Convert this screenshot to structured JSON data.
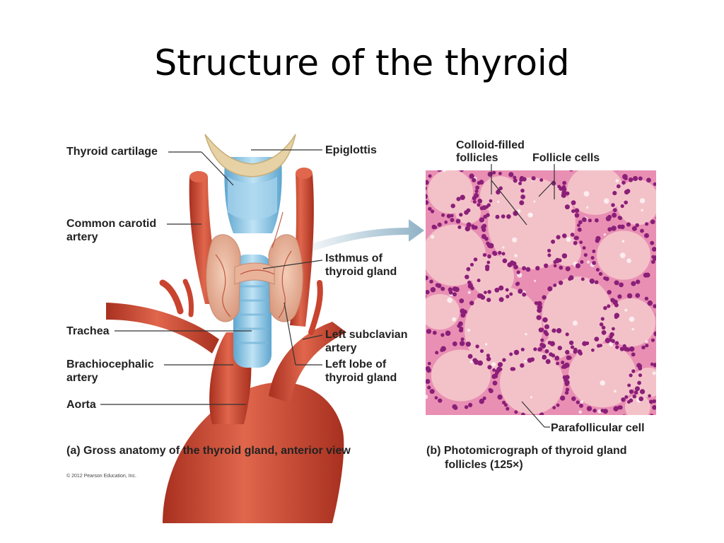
{
  "title": "Structure of the thyroid",
  "labels_left": {
    "thyroid_cartilage": "Thyroid cartilage",
    "common_carotid_1": "Common carotid",
    "common_carotid_2": "artery",
    "trachea": "Trachea",
    "brachiocephalic_1": "Brachiocephalic",
    "brachiocephalic_2": "artery",
    "aorta": "Aorta"
  },
  "labels_right": {
    "epiglottis": "Epiglottis",
    "isthmus_1": "Isthmus of",
    "isthmus_2": "thyroid gland",
    "left_subclavian_1": "Left subclavian",
    "left_subclavian_2": "artery",
    "left_lobe_1": "Left lobe of",
    "left_lobe_2": "thyroid gland"
  },
  "labels_micro": {
    "colloid_1": "Colloid-filled",
    "colloid_2": "follicles",
    "follicle_cells": "Follicle cells",
    "parafollicular": "Parafollicular cell"
  },
  "captions": {
    "a": "(a) Gross anatomy of the thyroid gland, anterior view",
    "b_1": "(b) Photomicrograph of thyroid gland",
    "b_2": "follicles (125×)"
  },
  "copyright": "© 2012 Pearson Education, Inc.",
  "colors": {
    "artery": "#c8442f",
    "artery_light": "#e0664c",
    "trachea": "#8fc8e6",
    "thyroid": "#e9b39a",
    "cartilage": "#e7d2a5",
    "tissue_bg": "#e98fb3",
    "colloid": "#f3c2c9",
    "nuclei": "#8a1f78"
  }
}
